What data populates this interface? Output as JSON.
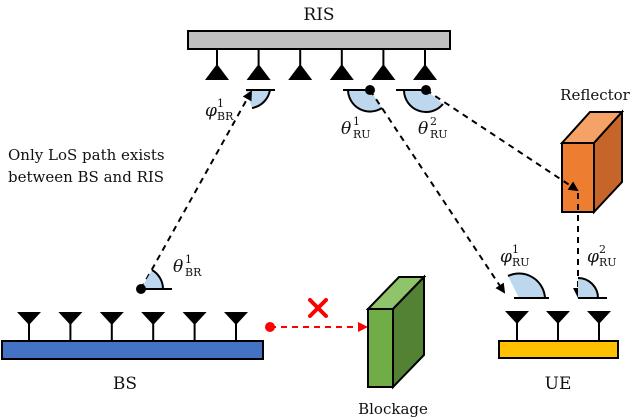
{
  "labels": {
    "ris": "RIS",
    "bs": "BS",
    "ue": "UE",
    "reflector": "Reflector",
    "blockage": "Blockage",
    "note_line1": "Only LoS path exists",
    "note_line2": "between BS and RIS"
  },
  "angles": {
    "phi_br": {
      "symbol": "φ",
      "sup": "1",
      "sub": "BR"
    },
    "theta_br": {
      "symbol": "θ",
      "sup": "1",
      "sub": "BR"
    },
    "theta_ru1": {
      "symbol": "θ",
      "sup": "1",
      "sub": "RU"
    },
    "theta_ru2": {
      "symbol": "θ",
      "sup": "2",
      "sub": "RU"
    },
    "phi_ru1": {
      "symbol": "φ",
      "sup": "1",
      "sub": "RU"
    },
    "phi_ru2": {
      "symbol": "φ",
      "sup": "2",
      "sub": "RU"
    }
  },
  "colors": {
    "ris_panel": "#c0c0c0",
    "bs_panel": "#4472c4",
    "ue_panel": "#ffc000",
    "reflector_front": "#ed7d31",
    "reflector_top": "#f4a266",
    "reflector_side": "#c5652a",
    "blockage_front": "#70ad47",
    "blockage_top": "#8fc46a",
    "blockage_side": "#548235",
    "angle_fill": "#bdd7ee",
    "blocked_path": "#ff0000"
  },
  "antenna_counts": {
    "ris": 6,
    "bs": 6,
    "ue": 3
  }
}
